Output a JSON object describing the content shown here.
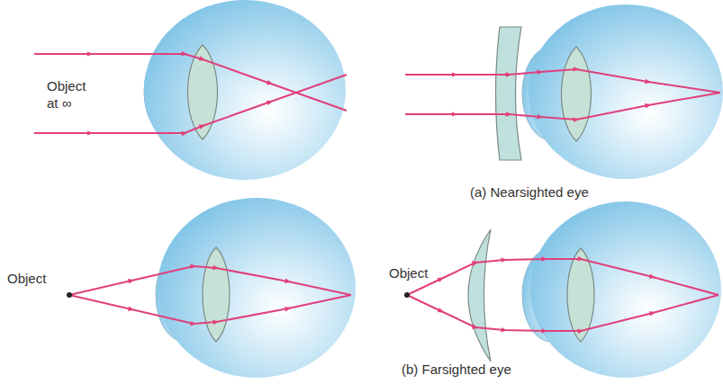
{
  "diagram": {
    "labels": [
      "Object at ∞",
      "(a) Nearsighted eye",
      "Object",
      "Object",
      "(b) Farsighted eye"
    ]
  }
}
